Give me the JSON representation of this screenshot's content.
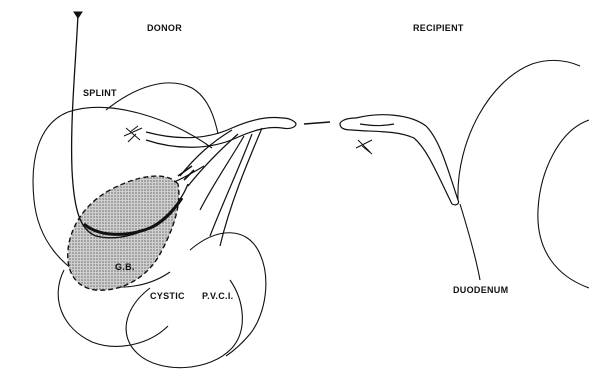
{
  "labels": {
    "donor": "DONOR",
    "recipient": "RECIPIENT",
    "splint": "SPLINT",
    "gallbladder": "G.B.",
    "cystic": "CYSTIC",
    "pvci": "P.V.C.I.",
    "duodenum": "DUODENUM"
  },
  "colors": {
    "ink": "#111111",
    "stipple": "#8a8a8a"
  }
}
